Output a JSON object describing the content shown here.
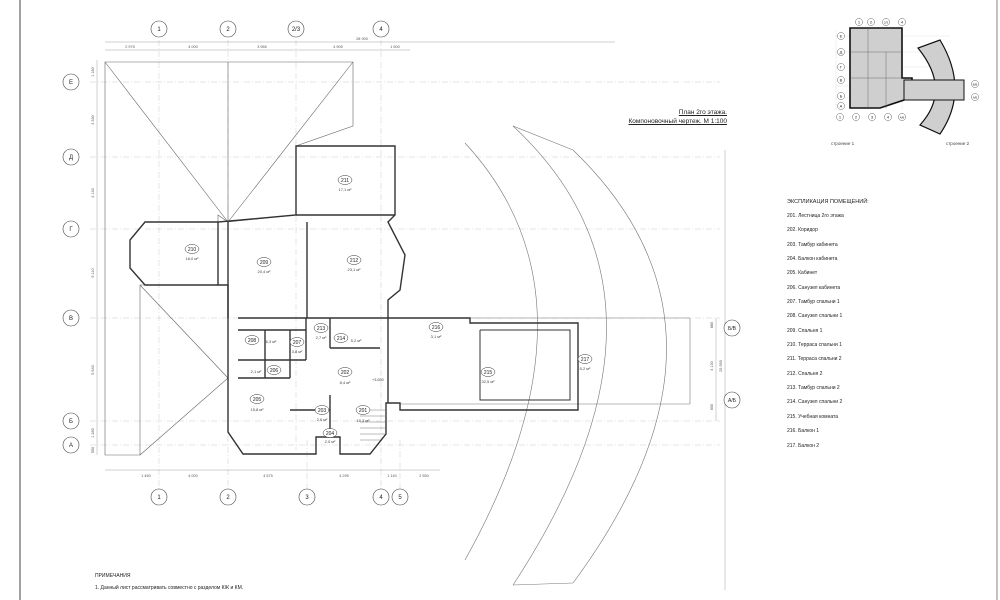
{
  "title": {
    "line1": "План 2го этажа.",
    "line2": "Компоновочный чертеж. М 1:100"
  },
  "legend": {
    "heading": "ЭКСПЛИКАЦИЯ ПОМЕЩЕНИЙ:",
    "items": [
      "201. Лестница 2го этажа",
      "202. Коридор",
      "203. Тамбур кабинета",
      "204. Балкон кабинета",
      "205. Кабинет",
      "206. Санузел кабинета",
      "207. Тамбур спальни 1",
      "208. Санузел спальни 1",
      "209. Спальня 1",
      "210. Терраса спальни 1",
      "211. Терраса спальни 2",
      "212. Спальня 2",
      "213. Тамбур спальни 2",
      "214. Санузел спальни 2",
      "215. Учебная комната",
      "216. Балкон 1",
      "217. Балкон 2"
    ]
  },
  "notes": {
    "heading": "ПРИМЕЧАНИЯ",
    "item1": "1. Данный лист рассматривать совместно с разделом КЖ и КМ."
  },
  "axes": {
    "top": [
      "1",
      "2",
      "2/3",
      "4"
    ],
    "bottom": [
      "1",
      "2",
      "3",
      "4",
      "5"
    ],
    "left": [
      "Е",
      "Д",
      "Г",
      "В",
      "Б",
      "А"
    ],
    "right": [
      "Б/В",
      "А/Б"
    ]
  },
  "dimensions": {
    "top_overall": "28 900",
    "top_segments": [
      "2 975",
      "4 000",
      "3 965",
      "4 905",
      "1 500"
    ],
    "bottom_segments": [
      "1 450",
      "4 000",
      "4 575",
      "4 295",
      "1 140",
      "2 550"
    ],
    "left_segments": [
      "1 180",
      "4 330",
      "4 140",
      "5 110",
      "5 540",
      "1 280",
      "550"
    ],
    "right_segments": [
      "880",
      "4 130",
      "650"
    ],
    "right_overall": "25 950"
  },
  "rooms": [
    {
      "num": "201",
      "area": "10,3 м²"
    },
    {
      "num": "202",
      "area": "8,4 м²"
    },
    {
      "num": "203",
      "area": "2,6 м²"
    },
    {
      "num": "204",
      "area": "2,0 м²"
    },
    {
      "num": "205",
      "area": "15,8 м²"
    },
    {
      "num": "206",
      "area": "2,1 м²"
    },
    {
      "num": "207",
      "area": "3,8 м²"
    },
    {
      "num": "208",
      "area": "6,3 м²"
    },
    {
      "num": "209",
      "area": "20,4 м²"
    },
    {
      "num": "210",
      "area": "16,0 м²"
    },
    {
      "num": "211",
      "area": "17,1 м²"
    },
    {
      "num": "212",
      "area": "23,1 м²"
    },
    {
      "num": "213",
      "area": "2,7 м²"
    },
    {
      "num": "214",
      "area": "5,2 м²"
    },
    {
      "num": "215",
      "area": "32,5 м²"
    },
    {
      "num": "216",
      "area": "3,1 м²"
    },
    {
      "num": "217",
      "area": "5,2 м²"
    }
  ],
  "level_mark": "+3.650",
  "keyplan": {
    "top_axes": [
      "1",
      "2",
      "2/3",
      "4"
    ],
    "bottom_axes": [
      "1",
      "2",
      "3",
      "4",
      "А/Б"
    ],
    "left_axes": [
      "Е",
      "Д",
      "Г",
      "В",
      "Б",
      "А"
    ],
    "right_axes": [
      "Б/В",
      "А/Б"
    ],
    "caption1": "строение 1",
    "caption2": "строение 2"
  }
}
